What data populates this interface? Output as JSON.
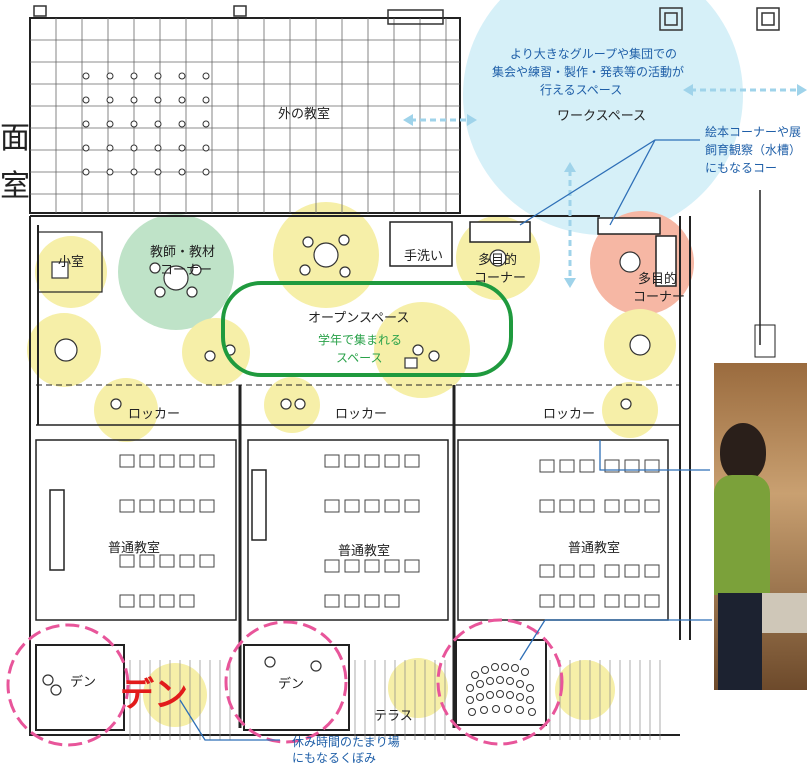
{
  "labels": {
    "outer_classroom": "外の教室",
    "open_space": "オープンスペース",
    "open_space_sub1": "学年で集まれる",
    "open_space_sub2": "スペース",
    "workspace_line1": "より大きなグループや集団での",
    "workspace_line2": "集会や練習・製作・発表等の活動が",
    "workspace_line3": "行えるスペース",
    "workspace_title": "ワークスペース",
    "picture_corner_line1": "絵本コーナーや展",
    "picture_corner_line2": "飼育観察（水槽）",
    "picture_corner_line3": "にもなるコー",
    "teacher_corner_line1": "教師・教材",
    "teacher_corner_line2": "コーナー",
    "small_room": "小室",
    "handwash": "手洗い",
    "multi_corner_line1": "多目的",
    "multi_corner_line2": "コーナー",
    "multi_corner2_line1": "多目的",
    "multi_corner2_line2": "コーナー",
    "locker1": "ロッカー",
    "locker2": "ロッカー",
    "locker3": "ロッカー",
    "classroom1": "普通教室",
    "classroom2": "普通教室",
    "classroom3": "普通教室",
    "den1": "デン",
    "den2": "デン",
    "den_red": "デン",
    "terrace": "テラス",
    "break_line1": "休み時間のたまり場",
    "break_line2": "にもなるくぼみ",
    "edge_char1": "面",
    "edge_char2": "室"
  },
  "colors": {
    "yellow_zone": "#f6efa8",
    "green_zone": "#bfe3c8",
    "blue_zone": "#d6f0f8",
    "pink_zone": "#f6b7a4",
    "den_circle": "#e8559a",
    "open_space_outline": "#1f9a3e",
    "arrow": "#9fd3ea",
    "leader_line": "#2e6fb7"
  }
}
